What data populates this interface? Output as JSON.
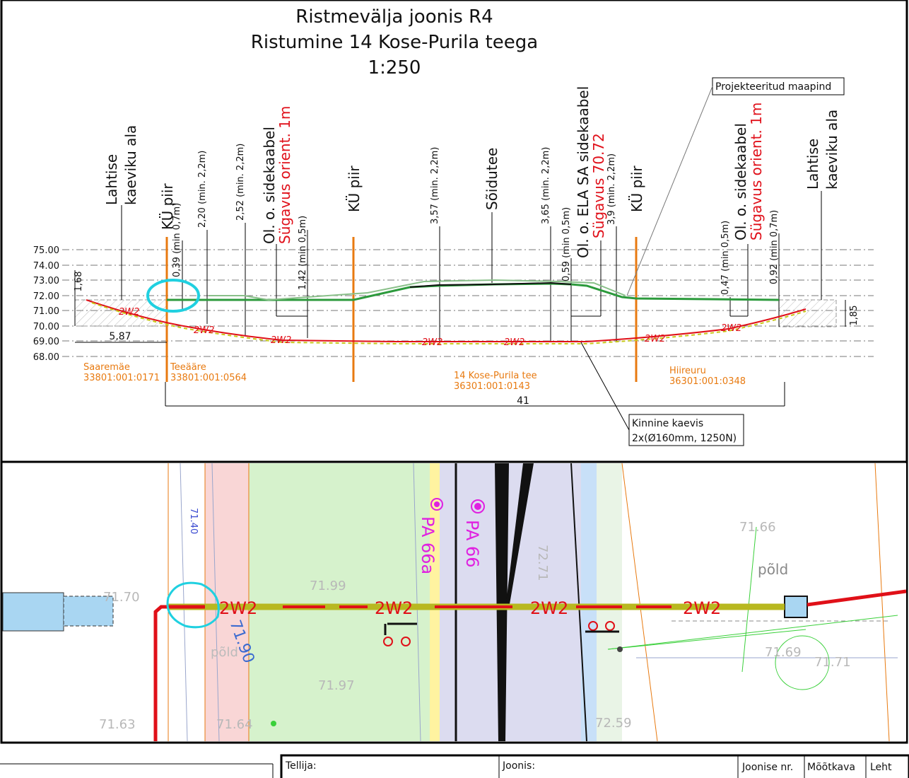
{
  "title": {
    "line1": "Ristmevälja joonis R4",
    "line2": "Ristumine  14 Kose-Purila teega",
    "scale": "1:250"
  },
  "y_ticks": [
    "75.00",
    "74.00",
    "73.00",
    "72.00",
    "71.00",
    "70.00",
    "69.00",
    "68.00"
  ],
  "labels": {
    "lahtise_left_1": "Lahtise",
    "lahtise_left_2": "kaeviku ala",
    "ku_piir_1": "KÜ piir",
    "depth_039": "0,39 (min 0,7m)",
    "depth_220": "2,20 (min. 2,2m)",
    "depth_252": "2,52 (min. 2,2m)",
    "sidekaabel_left": "Ol. o. sidekaabel",
    "sugavus_left": "Sügavus orient. 1m",
    "depth_142": "1,42 (min 0,5m)",
    "ku_piir_2": "KÜ piir",
    "depth_357": "3,57 (min. 2,2m)",
    "soidutee": "Sõidutee",
    "depth_365": "3,65 (min. 2,2m)",
    "depth_059": "0,59 (min 0,5m)",
    "ela_sidekaabel": "Ol. o. ELA SA sidekaabel",
    "sugavus_7072": "Sügavus 70.72",
    "depth_39": "3,9 (min. 2,2m)",
    "ku_piir_3": "KÜ piir",
    "depth_047": "0,47 (min 0,5m)",
    "sidekaabel_right": "Ol. o. sidekaabel",
    "sugavus_right": "Sügavus orient. 1m",
    "depth_092": "0,92 (min 0,7m)",
    "lahtise_right_1": "Lahtise",
    "lahtise_right_2": "kaeviku ala",
    "projekteeritud": "Projekteeritud maapind",
    "kinnine_1": "Kinnine kaevis",
    "kinnine_2": "2x(Ø160mm, 1250N)",
    "dim_168": "1,68",
    "dim_587": "5,87",
    "dim_185": "1,85",
    "dim_41": "41",
    "pipe_label": "2W2"
  },
  "parcels": [
    {
      "name": "Saaremäe",
      "id": "33801:001:0171"
    },
    {
      "name": "Teeääre",
      "id": "33801:001:0564"
    },
    {
      "name": "14 Kose-Purila tee",
      "id": "36301:001:0143"
    },
    {
      "name": "Hiireuru",
      "id": "36301:001:0348"
    }
  ],
  "map": {
    "pa66a": "PA 66a",
    "pa66": "PA 66",
    "pold_right": "põld",
    "pold_left": "põld",
    "pipe_label": "2W2",
    "elevations": {
      "e7166": "71.66",
      "e7170": "71.70",
      "e7199": "71.99",
      "e7140": "71.40",
      "e7190": "71.90",
      "e7197": "71.97",
      "e7163": "71.63",
      "e7164": "71.64",
      "e7271": "72.71",
      "e7259": "72.59",
      "e7169": "71.69",
      "e7171": "71.71"
    }
  },
  "title_block": {
    "tellija": "Tellija:",
    "joonis": "Joonis:",
    "joonise_nr": "Joonise nr.",
    "mootkava": "Mõõtkava",
    "leht": "Leht"
  },
  "colors": {
    "pipe_red": "#e01018",
    "ground_green": "#2c9a3c",
    "parcel_orange": "#e87a10",
    "annotation_magenta": "#e020e0",
    "highlight_cyan": "#20d0e0",
    "pipe_olive": "#b8b820"
  }
}
